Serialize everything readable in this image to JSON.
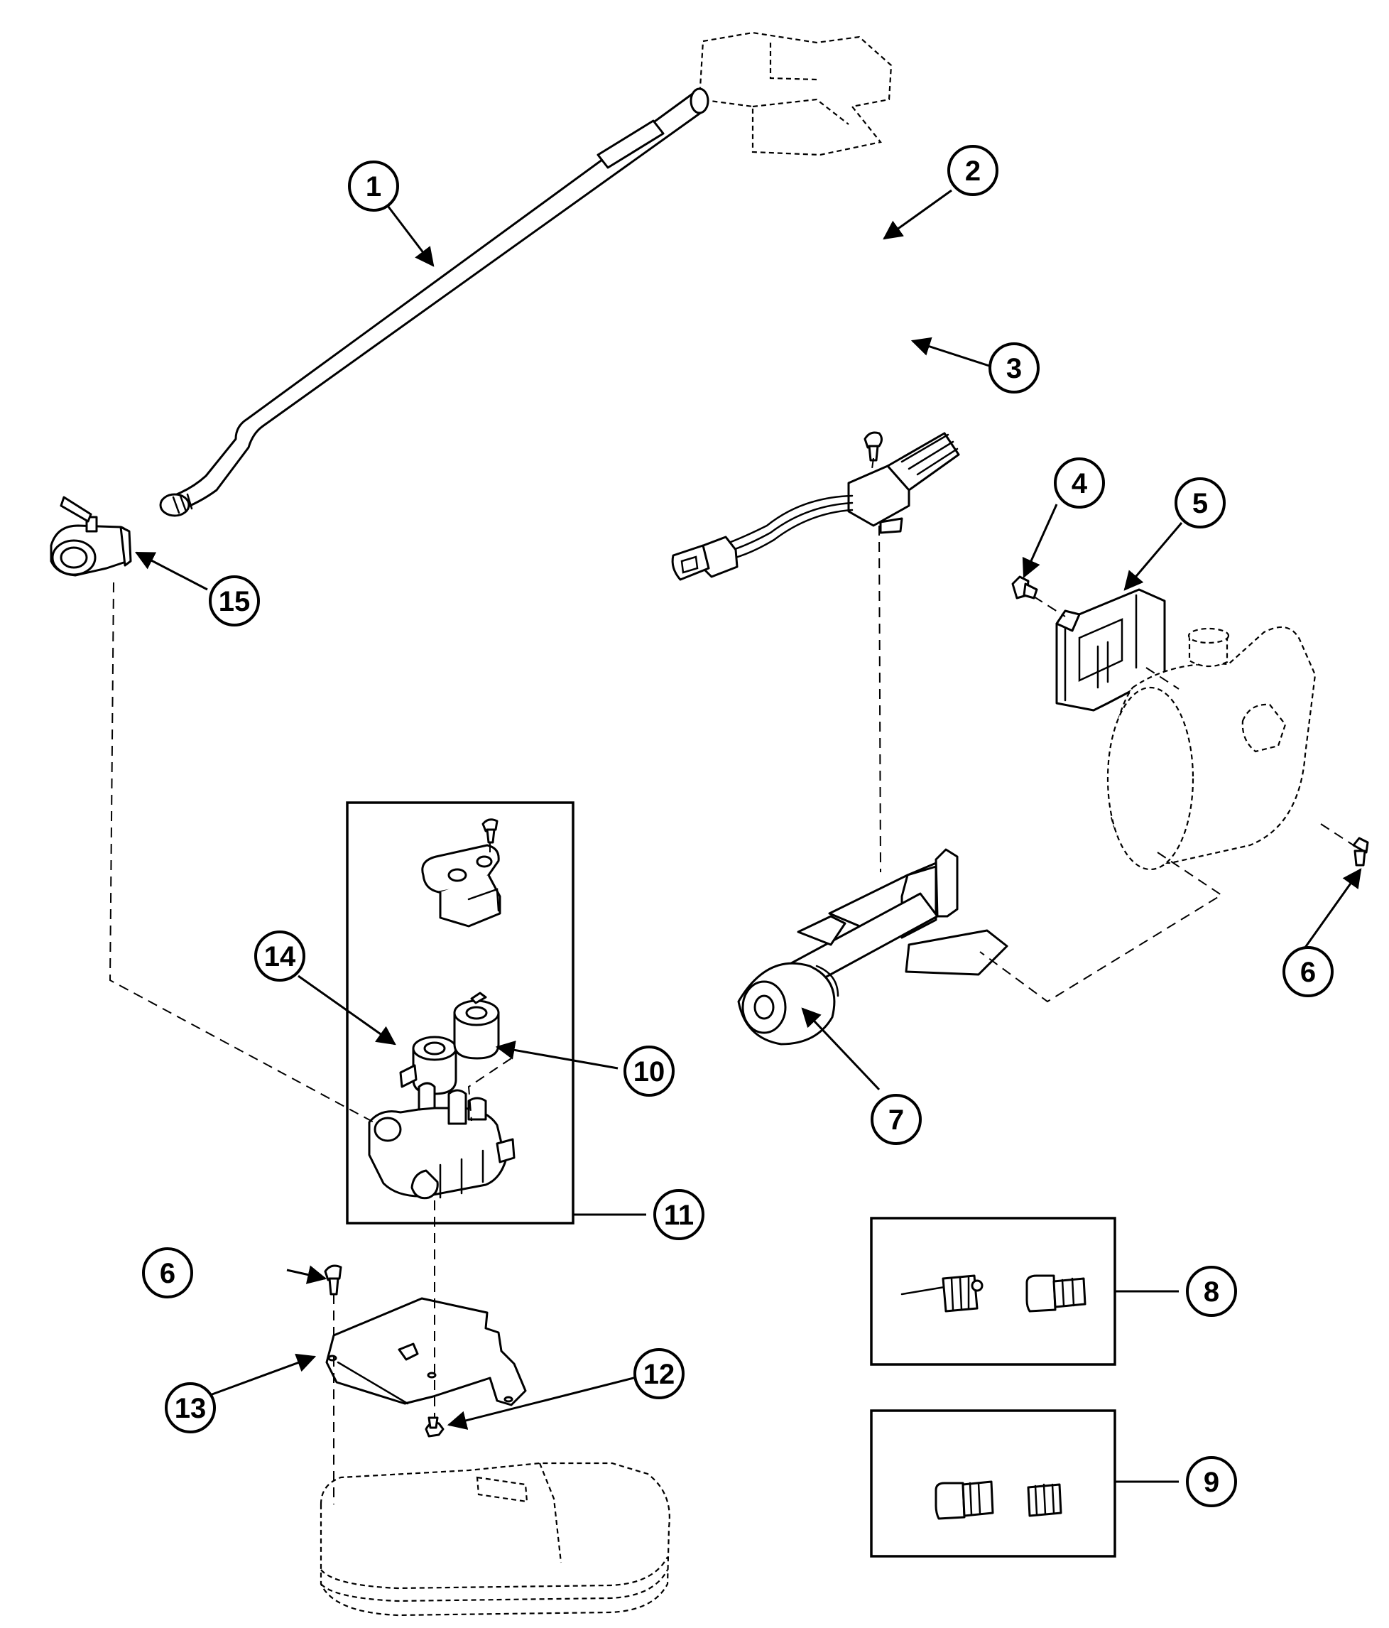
{
  "callouts": [
    {
      "label": "1"
    },
    {
      "label": "2"
    },
    {
      "label": "3"
    },
    {
      "label": "4"
    },
    {
      "label": "5"
    },
    {
      "label": "6"
    },
    {
      "label": "6"
    },
    {
      "label": "7"
    },
    {
      "label": "8"
    },
    {
      "label": "9"
    },
    {
      "label": "10"
    },
    {
      "label": "11"
    },
    {
      "label": "12"
    },
    {
      "label": "13"
    },
    {
      "label": "14"
    },
    {
      "label": "15"
    }
  ]
}
